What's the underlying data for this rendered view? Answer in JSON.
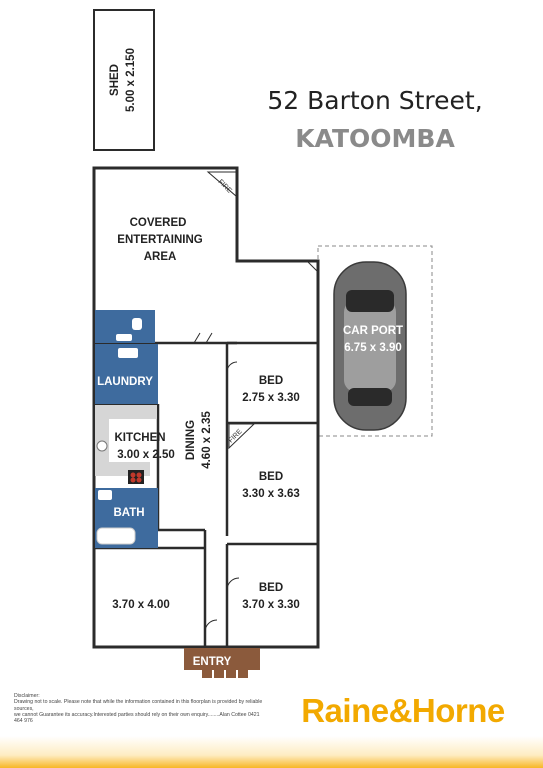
{
  "header": {
    "address_line1": "52 Barton Street,",
    "address_line2": "KATOOMBA"
  },
  "rooms": {
    "shed_name": "SHED",
    "shed_dim": "5.00 x 2.150",
    "covered_line1": "COVERED",
    "covered_line2": "ENTERTAINING",
    "covered_line3": "AREA",
    "carport_name": "CAR PORT",
    "carport_dim": "6.75 x 3.90",
    "laundry_name": "LAUNDRY",
    "kitchen_name": "KITCHEN",
    "kitchen_dim": "3.00 x 2.50",
    "dining_name": "DINING",
    "dining_dim": "4.60 x 2.35",
    "bed1_name": "BED",
    "bed1_dim": "2.75 x 3.30",
    "bed2_name": "BED",
    "bed2_dim": "3.30 x 3.63",
    "bath_name": "BATH",
    "room_dim": "3.70 x 4.00",
    "bed3_name": "BED",
    "bed3_dim": "3.70 x 3.30",
    "entry_name": "ENTRY",
    "fire1": "FIRE",
    "fire2": "FIRE"
  },
  "footer": {
    "disclaimer_title": "Disclaimer:",
    "disclaimer_line1": "Drawing not to scale. Please note that while the information contained in this floorplan is provided by reliable sources,",
    "disclaimer_line2": "we cannot Guarantee its accuracy.Interested parties should rely on their own enquiry........Alan Cottee 0421 464 976",
    "brand": "Raine&Horne",
    "brand_color": "#f2a900"
  },
  "colors": {
    "wet_area": "#3e6b9e",
    "entry": "#8b5a3c",
    "wall": "#2b2b2b"
  }
}
